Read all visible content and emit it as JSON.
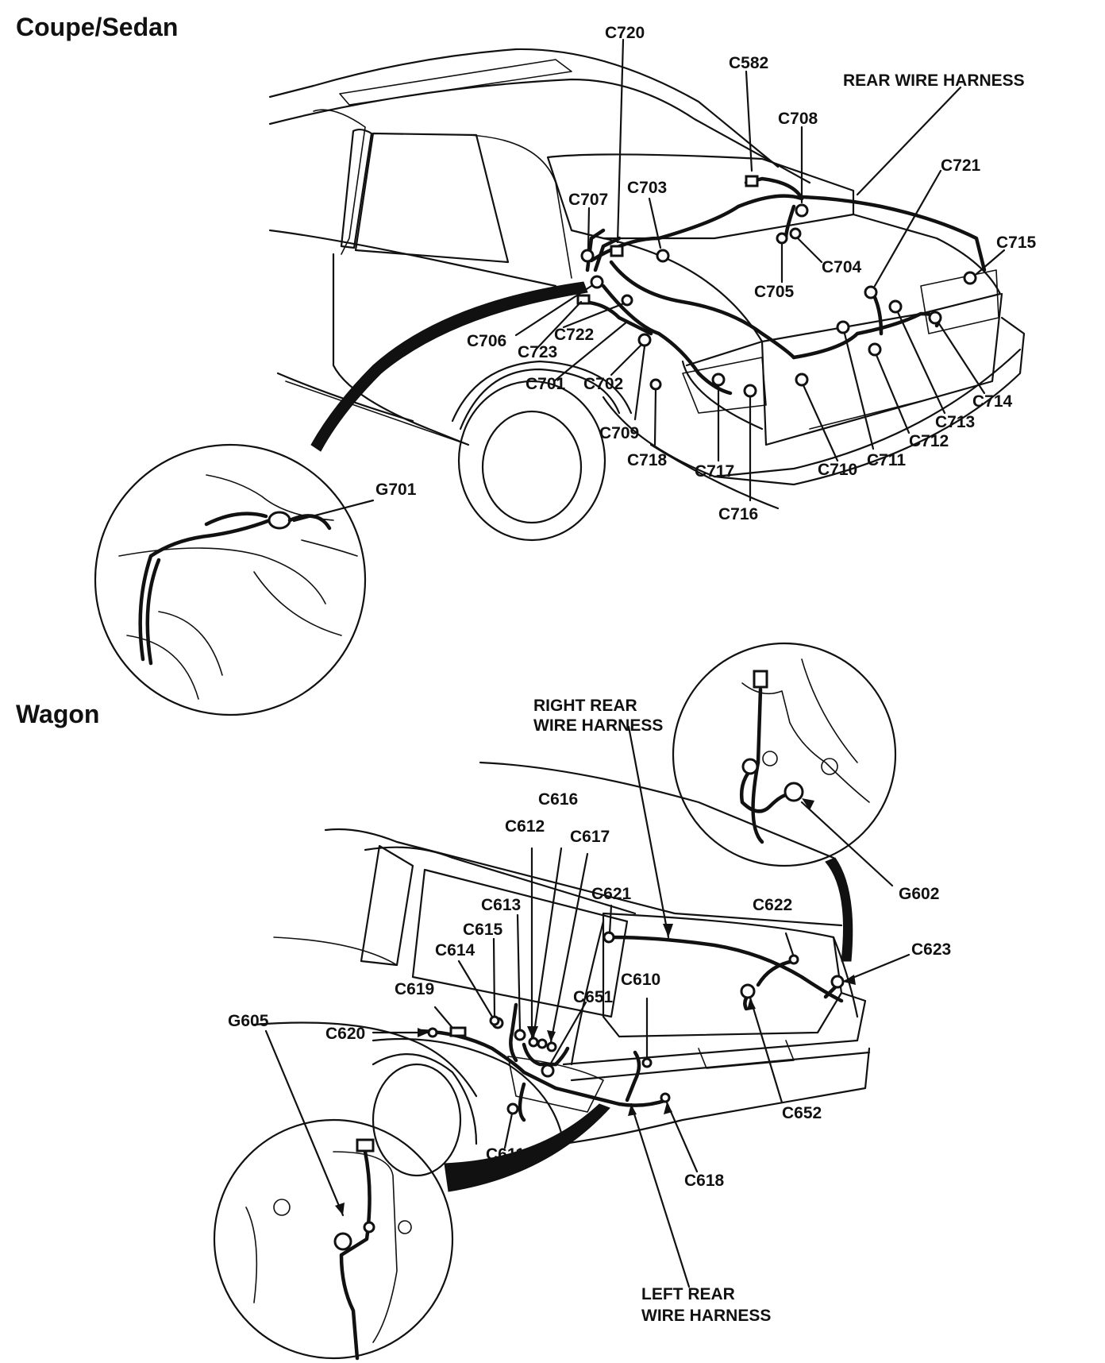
{
  "sections": {
    "coupe_sedan": {
      "title": "Coupe/Sedan",
      "labels": {
        "c720": "C720",
        "c582": "C582",
        "rear_wire_harness": "REAR WIRE HARNESS",
        "c708": "C708",
        "c703": "C703",
        "c707": "C707",
        "c721": "C721",
        "c715": "C715",
        "c704": "C704",
        "c705": "C705",
        "c706": "C706",
        "c722": "C722",
        "c723": "C723",
        "c701": "C701",
        "c702": "C702",
        "c709": "C709",
        "c718": "C718",
        "c717": "C717",
        "c716": "C716",
        "c710": "C710",
        "c711": "C711",
        "c712": "C712",
        "c713": "C713",
        "c714": "C714",
        "g701": "G701"
      }
    },
    "wagon": {
      "title": "Wagon",
      "labels": {
        "right_rear_1": "RIGHT REAR",
        "right_rear_2": "WIRE HARNESS",
        "c616": "C616",
        "c612": "C612",
        "c617": "C617",
        "c621": "C621",
        "c613": "C613",
        "c615": "C615",
        "c614": "C614",
        "c622": "C622",
        "g602": "G602",
        "c623": "C623",
        "c610": "C610",
        "c619": "C619",
        "c651": "C651",
        "g605": "G605",
        "c620": "C620",
        "c652": "C652",
        "c611": "C611",
        "c618": "C618",
        "left_rear_1": "LEFT REAR",
        "left_rear_2": "WIRE HARNESS"
      }
    }
  }
}
